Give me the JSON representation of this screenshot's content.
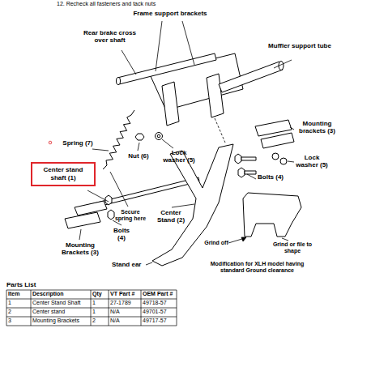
{
  "diagram": {
    "nodes": [
      {
        "text": [
          "Center stand shaft (1)"
        ]
      }
    ],
    "labels": [
      "12. Recheck all fasteners and tack nuts",
      "Frame support brackets",
      "Rear brake cross over shaft",
      "Muffler support tube",
      "Mounting brackets (3)",
      "Spring (7)",
      "Nut (6)",
      "Lock washer (5)",
      "Lock washer (5)",
      "Bolts (4)",
      "Secure spring here",
      "Center Stand (2)",
      "Bolts (4)",
      "Mounting Brackets (3)",
      "Stand ear",
      "Grind off",
      "Grind or file to shape",
      "Modification for XLH model having standard Ground clearance",
      "Parts List",
      "Item",
      "Description",
      "Qty",
      "VT Part #",
      "OEM Part #",
      "1",
      "Center Stand Shaft",
      "1",
      "27-1789",
      "49718-57",
      "2",
      "Center stand",
      "1",
      "N/A",
      "49701-57",
      "3",
      "Mounting Brackets",
      "2",
      "N/A",
      "49717-57"
    ]
  }
}
